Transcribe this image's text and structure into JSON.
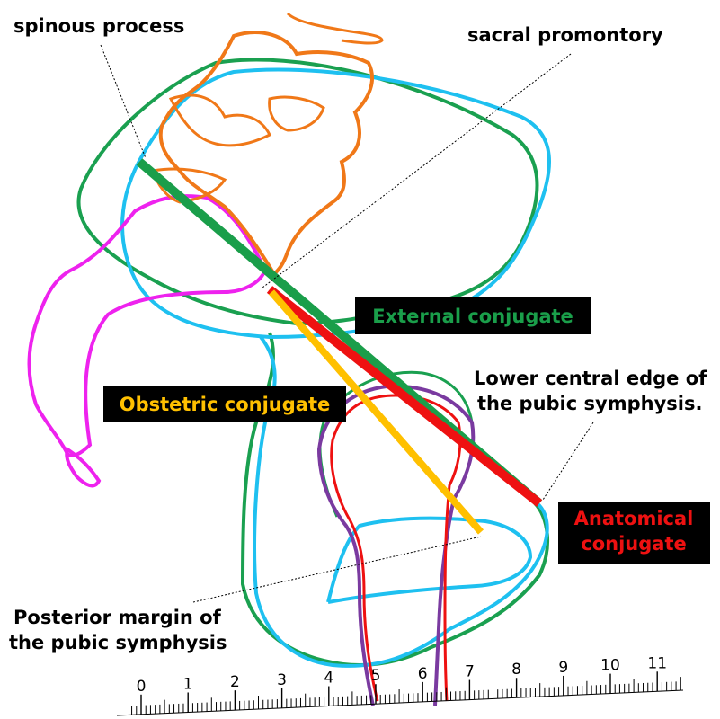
{
  "labels": {
    "spinous_process": "spinous process",
    "sacral_promontory": "sacral promontory",
    "external_conjugate": "External conjugate",
    "obstetric_conjugate": "Obstetric conjugate",
    "lower_edge_line1": "Lower central edge of",
    "lower_edge_line2": "the pubic symphysis.",
    "anatomical_line1": "Anatomical",
    "anatomical_line2": "conjugate",
    "posterior_line1": "Posterior margin of",
    "posterior_line2": "the pubic symphysis"
  },
  "ruler": {
    "ticks": [
      "0",
      "1",
      "2",
      "3",
      "4",
      "5",
      "6",
      "7",
      "8",
      "9",
      "10",
      "11"
    ]
  },
  "colors": {
    "external": "#1a9e4a",
    "anatomical": "#ee1111",
    "obstetric": "#ffc000",
    "label_box": "#000000",
    "sacrum": "#f07818",
    "outline_blue": "#1ec0f0",
    "outline_green": "#1aa050",
    "spine_magenta": "#ee22ee",
    "symphysis_purple": "#7a3aa0"
  }
}
